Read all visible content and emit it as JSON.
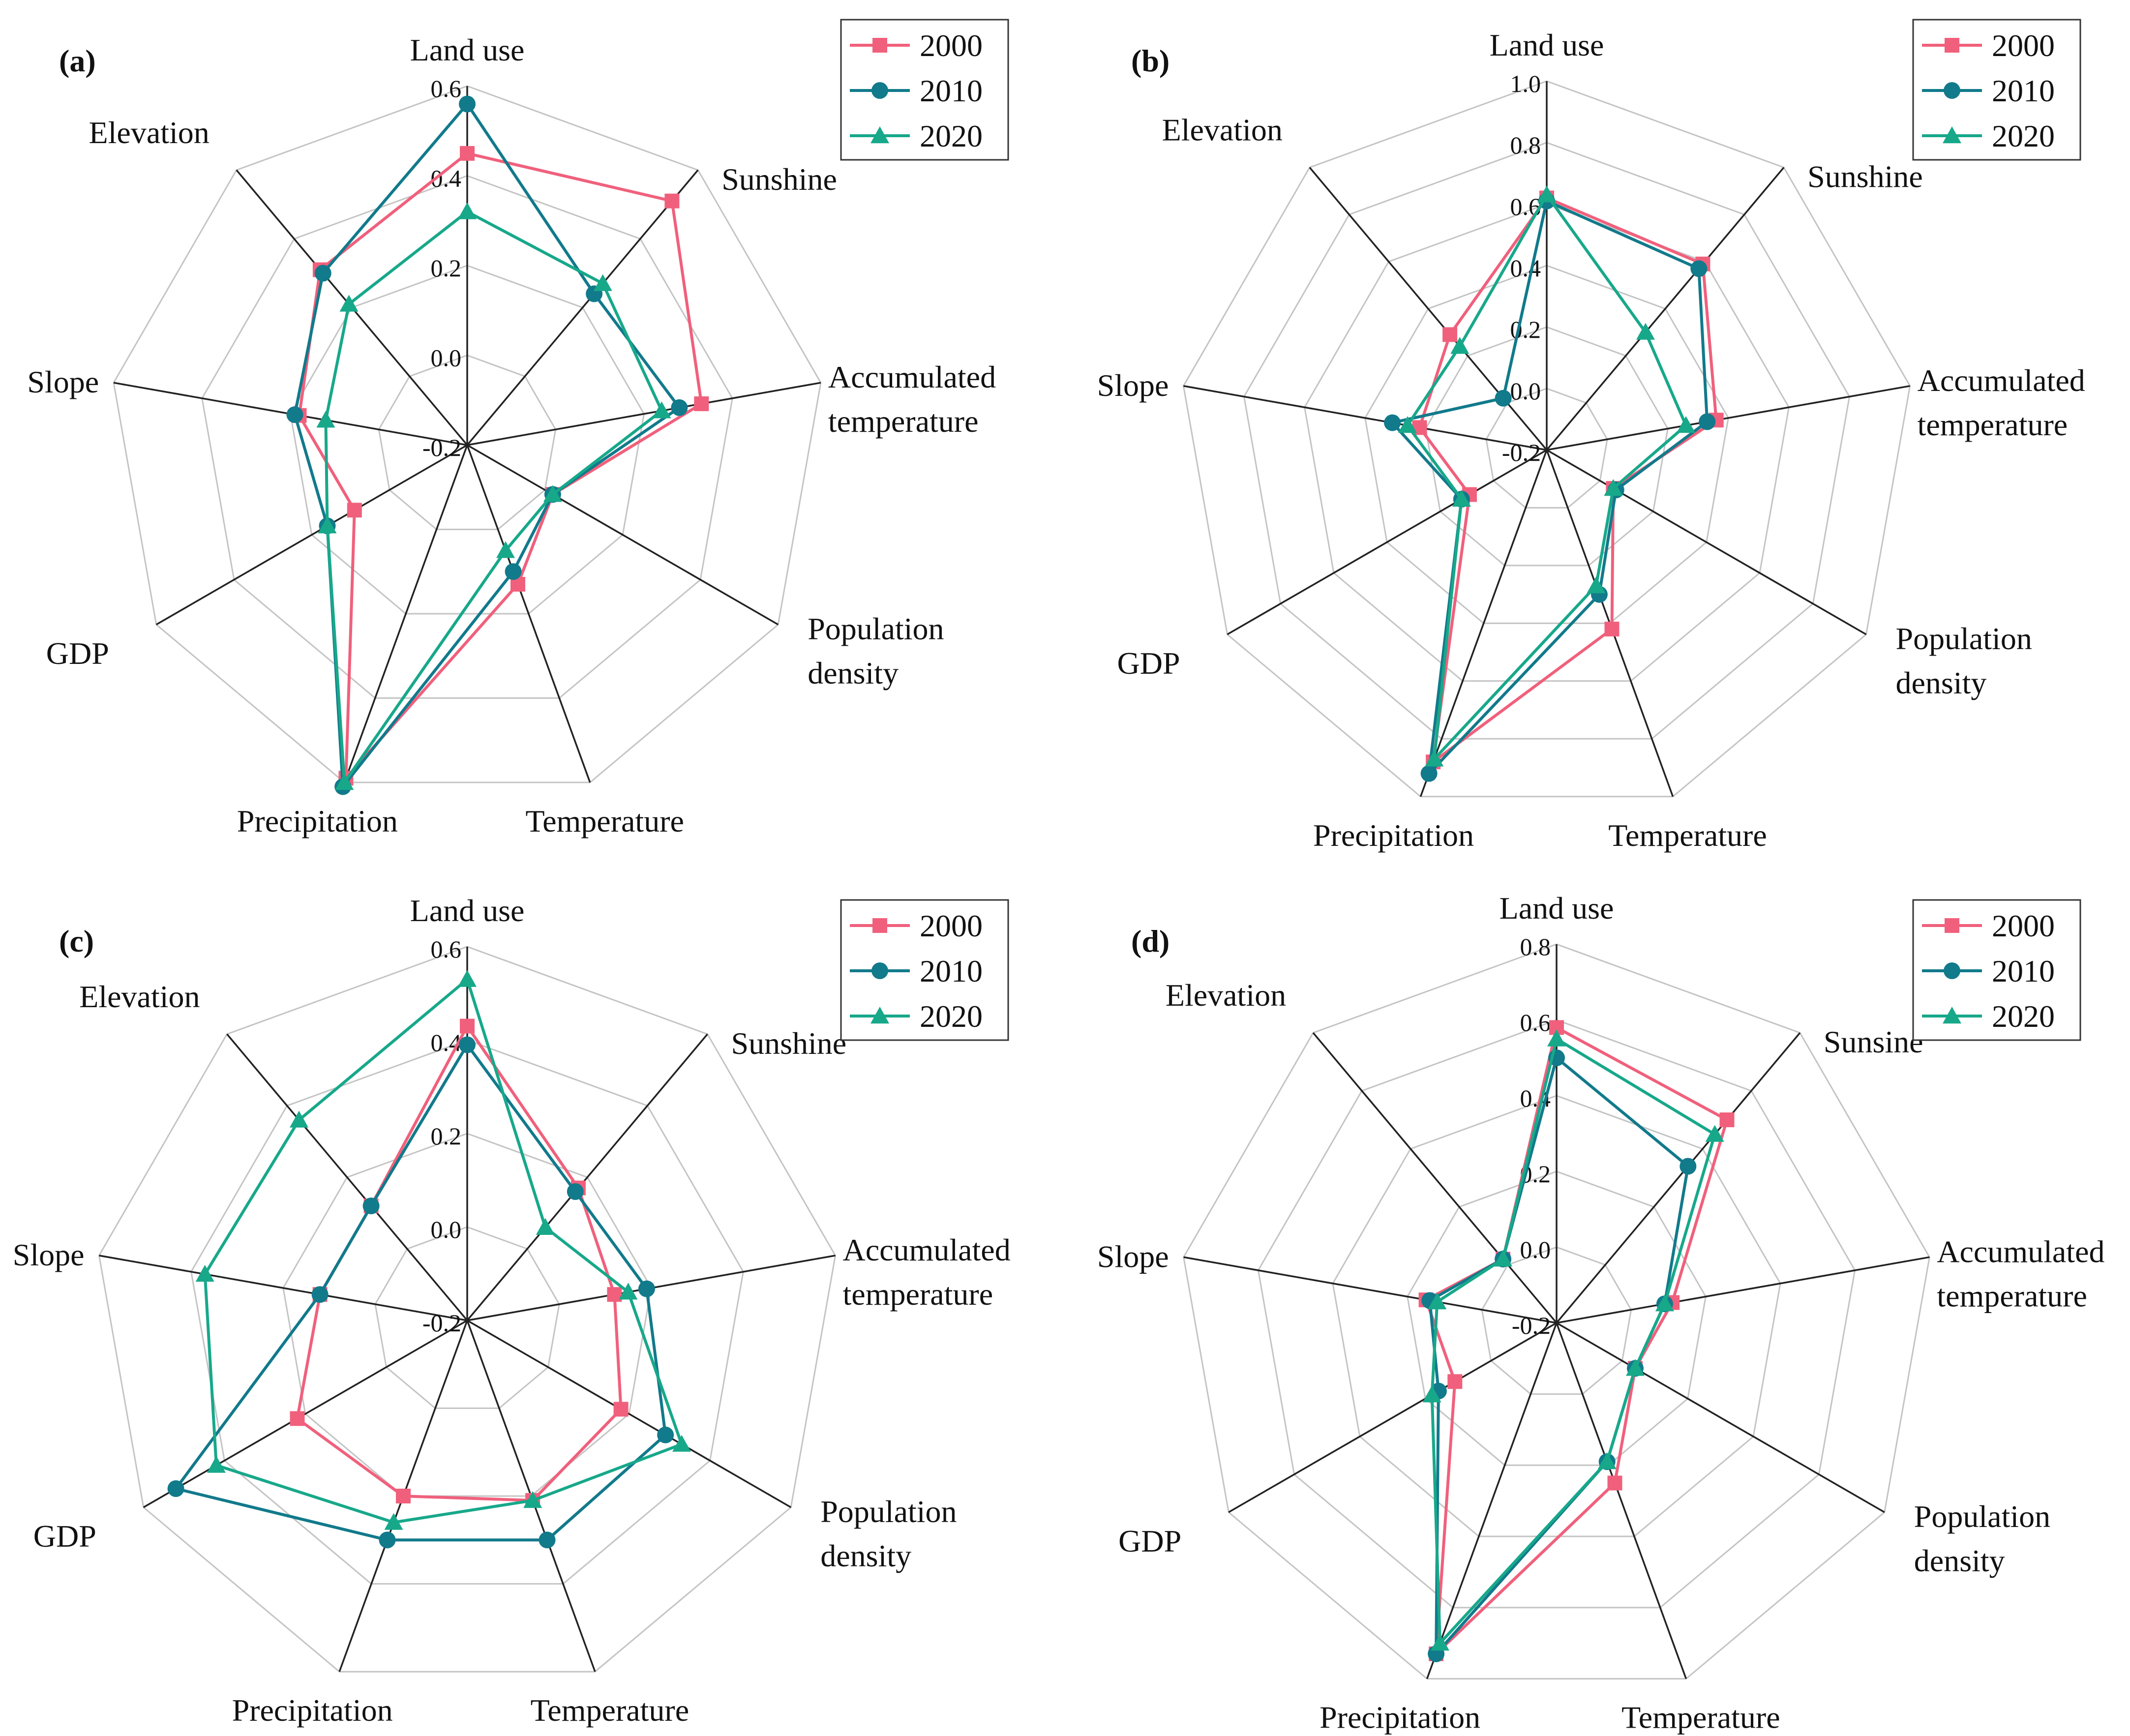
{
  "series_colors": {
    "2000": "#f0607c",
    "2010": "#117a8b",
    "2020": "#17a88a"
  },
  "chart_data": [
    {
      "type": "radar",
      "panel_label": "(a)",
      "axes": [
        "Land use",
        "Sunshine",
        "Accumulated temperature",
        "Population density",
        "Temperature",
        "Precipitation",
        "GDP",
        "Slope",
        "Elevation"
      ],
      "range": [
        -0.2,
        0.6
      ],
      "ticks": [
        "-0.2",
        "0.0",
        "0.2",
        "0.4",
        "0.6"
      ],
      "legend": "top-right",
      "series": [
        {
          "name": "2000",
          "marker": "square",
          "values": [
            0.45,
            0.51,
            0.33,
            0.02,
            0.13,
            0.59,
            0.09,
            0.18,
            0.31
          ]
        },
        {
          "name": "2010",
          "marker": "circle",
          "values": [
            0.56,
            0.24,
            0.28,
            0.02,
            0.1,
            0.61,
            0.16,
            0.19,
            0.3
          ]
        },
        {
          "name": "2020",
          "marker": "triangle",
          "values": [
            0.32,
            0.27,
            0.24,
            0.02,
            0.05,
            0.6,
            0.16,
            0.12,
            0.21
          ]
        }
      ]
    },
    {
      "type": "radar",
      "panel_label": "(b)",
      "axes": [
        "Land use",
        "Sunshine",
        "Accumulated temperature",
        "Population density",
        "Temperature",
        "Precipitation",
        "GDP",
        "Slope",
        "Elevation"
      ],
      "range": [
        -0.2,
        1.0
      ],
      "ticks": [
        "-0.2",
        "0.0",
        "0.2",
        "0.4",
        "0.6",
        "0.8",
        "1.0"
      ],
      "legend": "top-right",
      "series": [
        {
          "name": "2000",
          "marker": "square",
          "values": [
            0.62,
            0.59,
            0.36,
            0.05,
            0.42,
            0.88,
            0.09,
            0.22,
            0.29
          ]
        },
        {
          "name": "2010",
          "marker": "circle",
          "values": [
            0.61,
            0.57,
            0.33,
            0.06,
            0.3,
            0.92,
            0.12,
            0.31,
            0.02
          ]
        },
        {
          "name": "2020",
          "marker": "triangle",
          "values": [
            0.63,
            0.3,
            0.26,
            0.05,
            0.27,
            0.87,
            0.12,
            0.26,
            0.24
          ]
        }
      ]
    },
    {
      "type": "radar",
      "panel_label": "(c)",
      "axes": [
        "Land use",
        "Sunshine",
        "Accumulated temperature",
        "Population density",
        "Temperature",
        "Precipitation",
        "GDP",
        "Slope",
        "Elevation"
      ],
      "range": [
        -0.2,
        0.6
      ],
      "ticks": [
        "-0.2",
        "0.0",
        "0.2",
        "0.4",
        "0.6"
      ],
      "legend": "top-right",
      "series": [
        {
          "name": "2000",
          "marker": "square",
          "values": [
            0.43,
            0.17,
            0.12,
            0.18,
            0.21,
            0.2,
            0.22,
            0.12,
            0.12
          ]
        },
        {
          "name": "2010",
          "marker": "circle",
          "values": [
            0.39,
            0.16,
            0.19,
            0.29,
            0.3,
            0.3,
            0.52,
            0.12,
            0.12
          ]
        },
        {
          "name": "2020",
          "marker": "triangle",
          "values": [
            0.53,
            0.06,
            0.15,
            0.33,
            0.21,
            0.26,
            0.42,
            0.37,
            0.36
          ]
        }
      ]
    },
    {
      "type": "radar",
      "panel_label": "(d)",
      "axes": [
        "Land use",
        "Sunsine",
        "Accumulated temperature",
        "Population density",
        "Temperature",
        "Precipitation",
        "GDP",
        "Slope",
        "Elevation"
      ],
      "range": [
        -0.2,
        0.8
      ],
      "ticks": [
        "-0.2",
        "0.0",
        "0.2",
        "0.4",
        "0.6",
        "0.8"
      ],
      "legend": "top-right",
      "series": [
        {
          "name": "2000",
          "marker": "square",
          "values": [
            0.58,
            0.5,
            0.11,
            0.04,
            0.25,
            0.73,
            0.11,
            0.15,
            0.02
          ]
        },
        {
          "name": "2010",
          "marker": "circle",
          "values": [
            0.5,
            0.34,
            0.09,
            0.04,
            0.19,
            0.73,
            0.16,
            0.14,
            0.02
          ]
        },
        {
          "name": "2020",
          "marker": "triangle",
          "values": [
            0.55,
            0.45,
            0.09,
            0.04,
            0.19,
            0.7,
            0.18,
            0.12,
            0.02
          ]
        }
      ]
    }
  ]
}
